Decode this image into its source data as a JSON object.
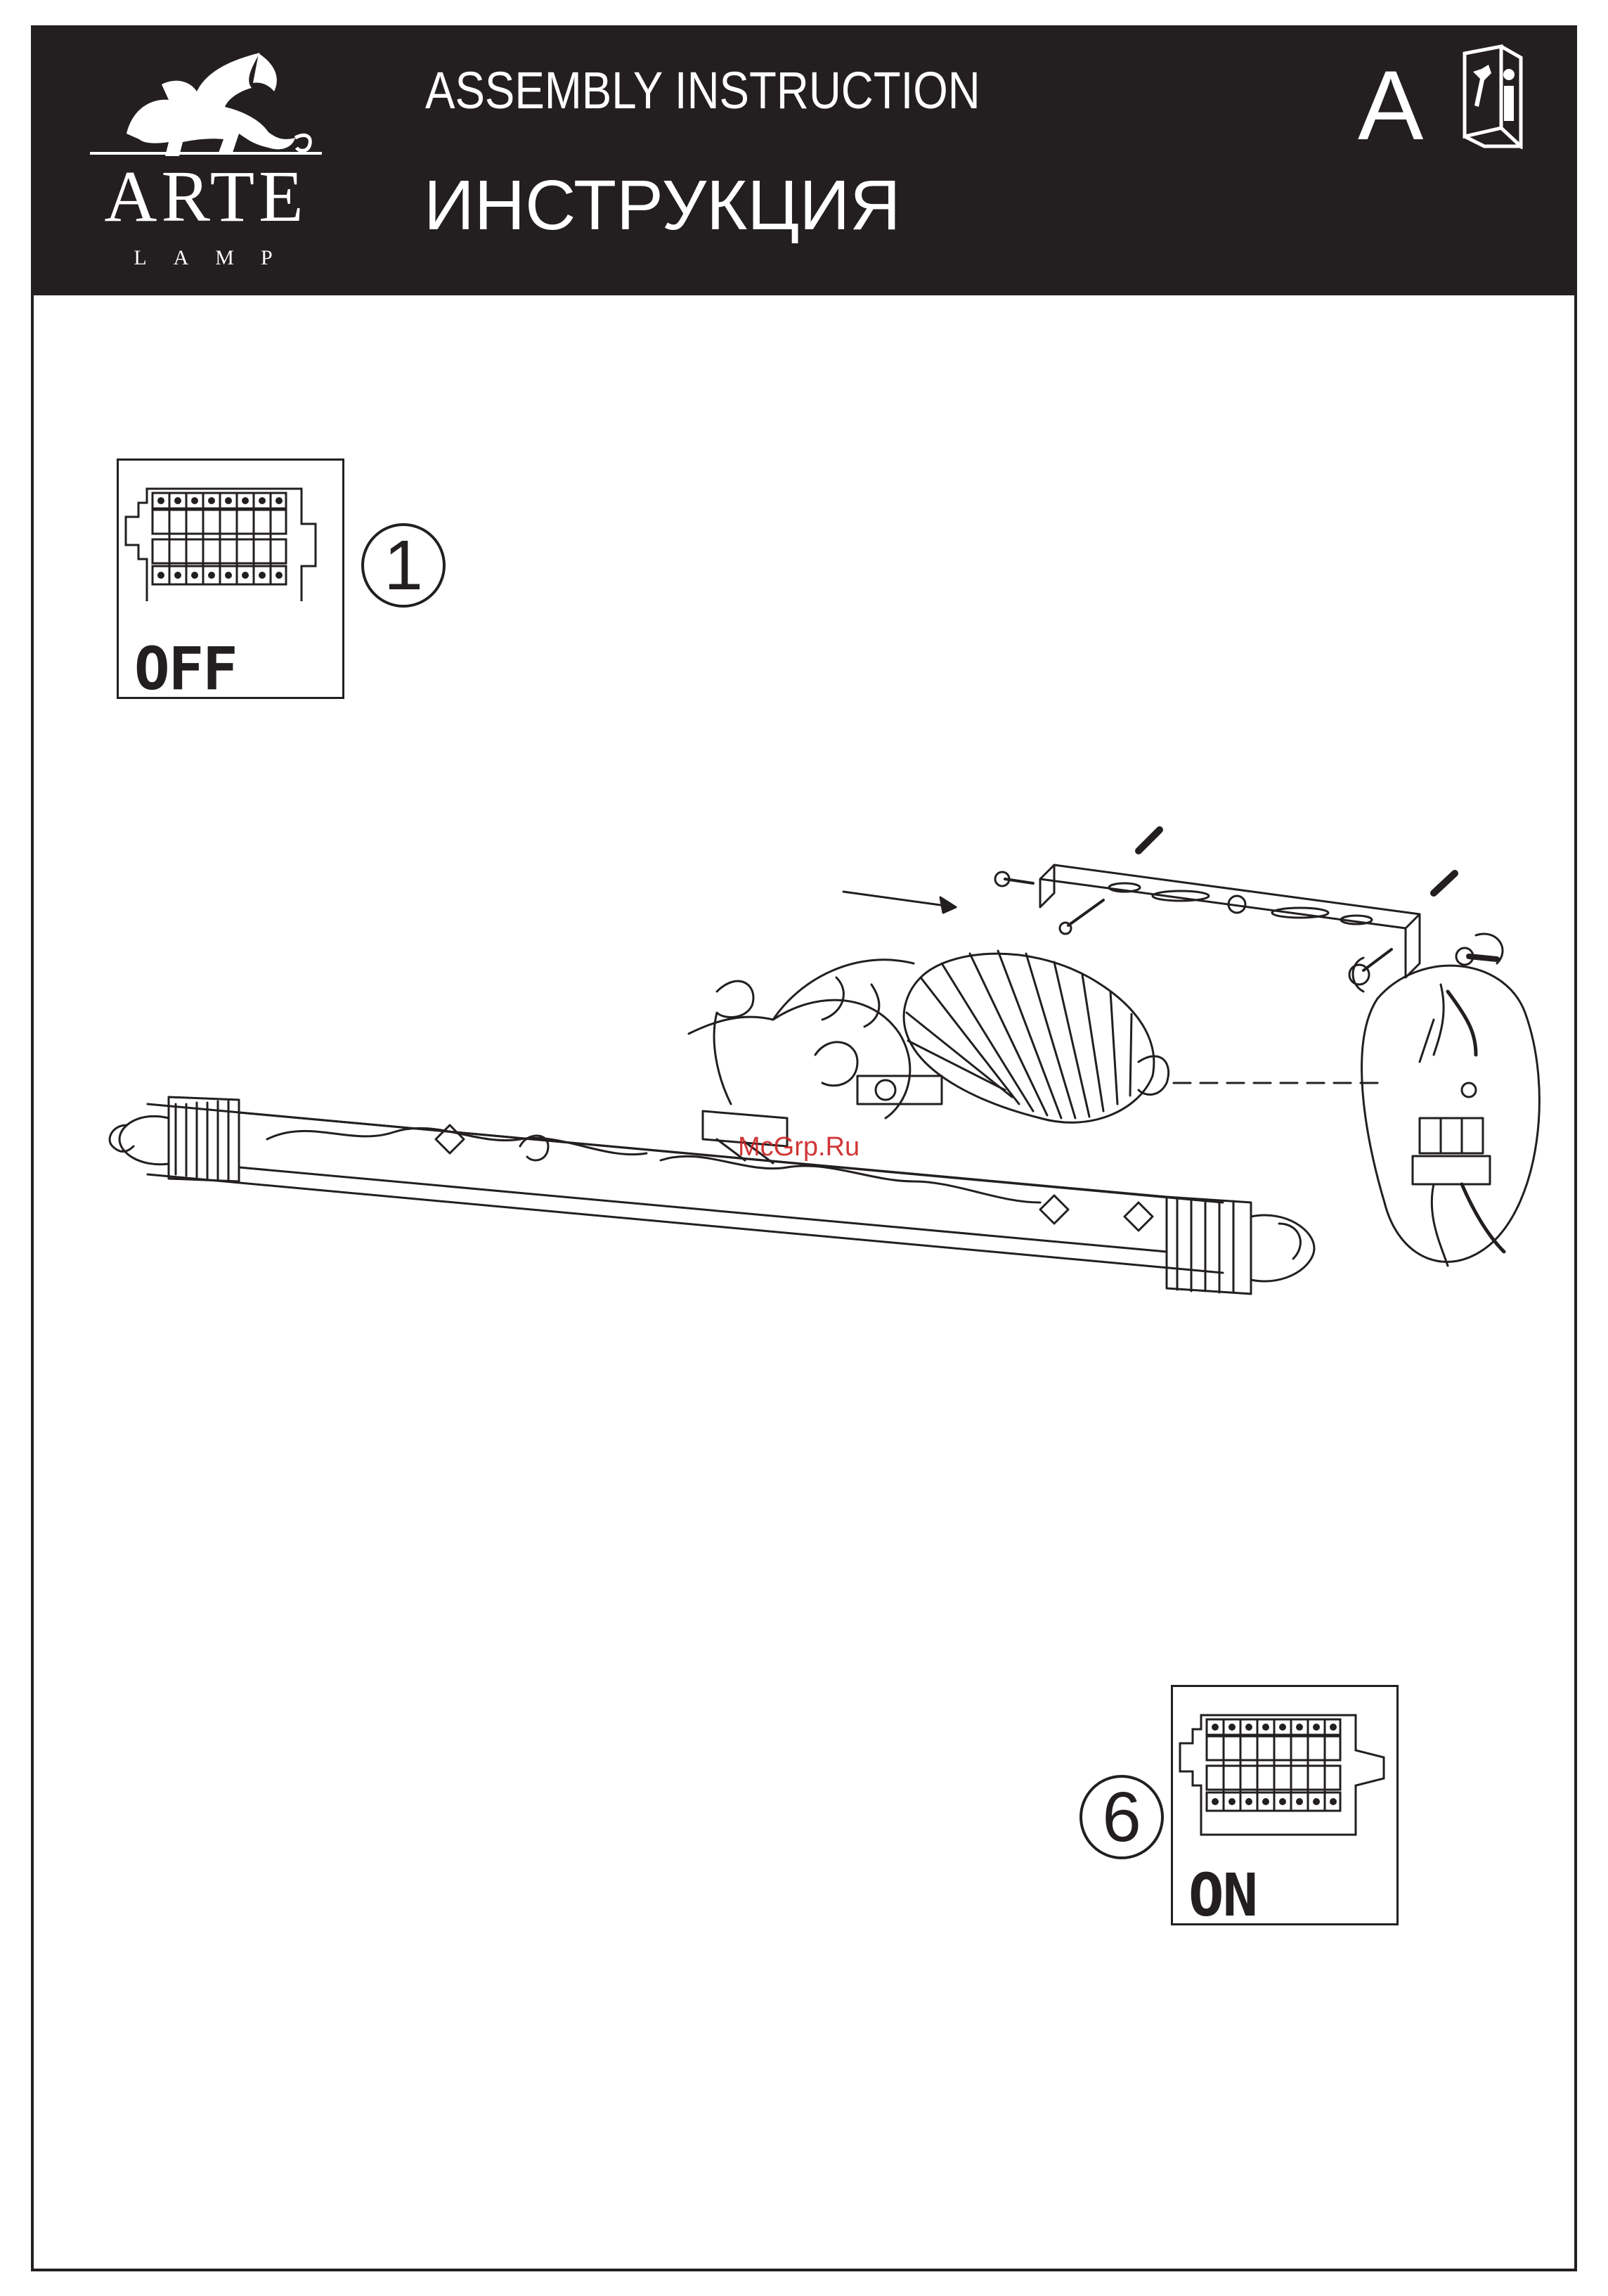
{
  "header": {
    "brand": "ARTE",
    "brand_sub": "LAMP",
    "title_en": "ASSEMBLY  INSTRUCTION",
    "title_ru": "ИНСТРУКЦИЯ",
    "section_letter": "A",
    "icons": [
      "brand-lion-logo",
      "manual-book-icon"
    ]
  },
  "steps": [
    {
      "number": "1",
      "status": "OFF"
    },
    {
      "number": "6",
      "status": "ON"
    }
  ],
  "watermark": "McGrp.Ru",
  "colors": {
    "ink": "#231f20",
    "paper": "#ffffff",
    "watermark": "#cc2222"
  }
}
